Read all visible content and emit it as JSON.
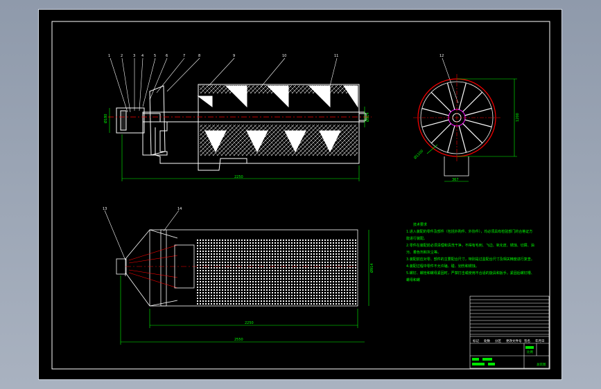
{
  "drawing": {
    "balloons_top": [
      "1",
      "2",
      "3",
      "4",
      "5",
      "6",
      "7",
      "8",
      "9",
      "10",
      "11",
      "12"
    ],
    "balloons_bottom": [
      "13",
      "14"
    ],
    "dims": {
      "overall_length_top": "2250",
      "dia_shaft": "Ø180",
      "dia_drum": "Ø914",
      "end_dia": "1200",
      "disc_dia": "Ø1100",
      "hub_width": "367",
      "bottom_height": "Ø914",
      "bottom_len_inner": "2250",
      "bottom_len_outer": "2550"
    },
    "tech_title": "技术要求",
    "tech_lines": [
      "1.进入装配的零件及部件（包括外购件、外协件），均必须具有检验部门的合格证方",
      "能进行装配。",
      "2.零件在装配前必须清理和清洗干净，不得有毛刺、飞边、氧化皮、锈蚀、切屑、油",
      "污、着色剂和灰尘等。",
      "3.装配前应对零、部件的主要配合尺寸，特别是过盈配合尺寸及相关精度进行复查。",
      "4.装配过程中零件不允许磕、碰、划伤和锈蚀。",
      "5.螺钉、螺栓和螺母紧固时，严禁打击或使用不合适的旋具和扳手。紧固后螺钉槽、",
      "螺母和螺"
    ],
    "title_block": {
      "name": "总装图",
      "scale_label": "比例",
      "cols": [
        "标记",
        "处数",
        "分区",
        "更改文件号",
        "签名",
        "年月日"
      ]
    }
  },
  "colors": {
    "line": "#ffffff",
    "dim": "#00ff00",
    "center": "#ff0000",
    "magenta": "#ff00ff",
    "text": "#ffff00"
  }
}
